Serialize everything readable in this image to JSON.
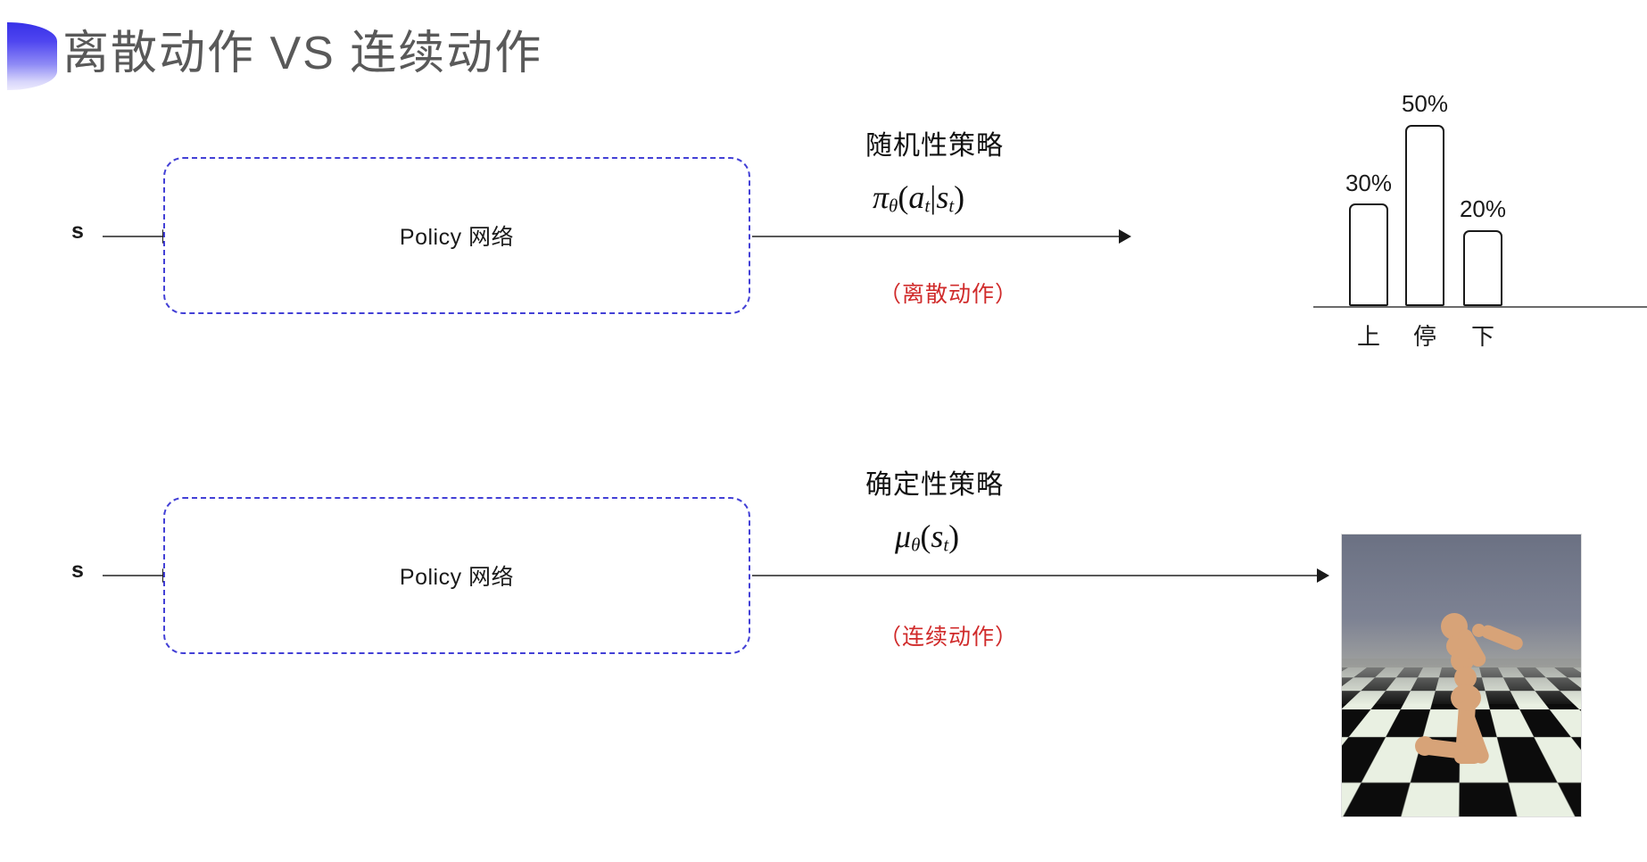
{
  "slide": {
    "title": "离散动作 VS 连续动作",
    "decor_color_top": "#3730e8",
    "decor_color_bottom": "#eceafd"
  },
  "rows": [
    {
      "id": "discrete",
      "input_label": "s",
      "box_label": "Policy 网络",
      "policy_name": "随机性策略",
      "formula_plain": "πθ(at|st)",
      "annotation": "（离散动作）",
      "annotation_color": "#d02b2b"
    },
    {
      "id": "continuous",
      "input_label": "s",
      "box_label": "Policy 网络",
      "policy_name": "确定性策略",
      "formula_plain": "μθ(st)",
      "annotation": "（连续动作）",
      "annotation_color": "#d02b2b"
    }
  ],
  "chart_data": {
    "type": "bar",
    "title": "",
    "categories": [
      "上",
      "停",
      "下"
    ],
    "values": [
      30,
      50,
      20
    ],
    "value_labels": [
      "30%",
      "50%",
      "20%"
    ],
    "xlabel": "",
    "ylabel": "",
    "ylim": [
      0,
      60
    ],
    "grid": false,
    "legend": "none",
    "bar_style": {
      "fill": "#ffffff",
      "stroke": "#1a1a1a"
    }
  },
  "humanoid_figure": {
    "caption": "",
    "description": "MuJoCo humanoid kneeling on checkerboard floor",
    "sky_color": "#6e7486",
    "body_color": "#d7a378",
    "floor_light": "#e9f0e2",
    "floor_dark": "#0c0c0c"
  }
}
